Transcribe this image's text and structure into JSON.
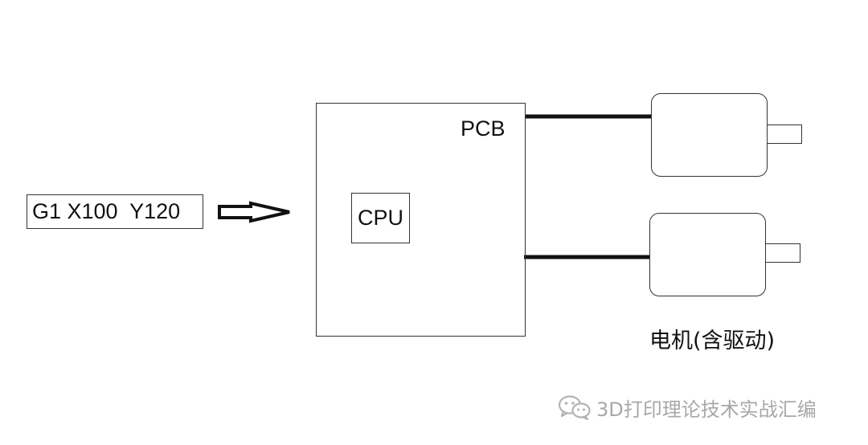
{
  "diagram": {
    "gcode_command": "G1 X100  Y120",
    "pcb_label": "PCB",
    "cpu_label": "CPU",
    "motor_caption": "电机(含驱动)",
    "watermark_text": "3D打印理论技术实战汇编",
    "watermark_icon": "wechat-icon"
  }
}
